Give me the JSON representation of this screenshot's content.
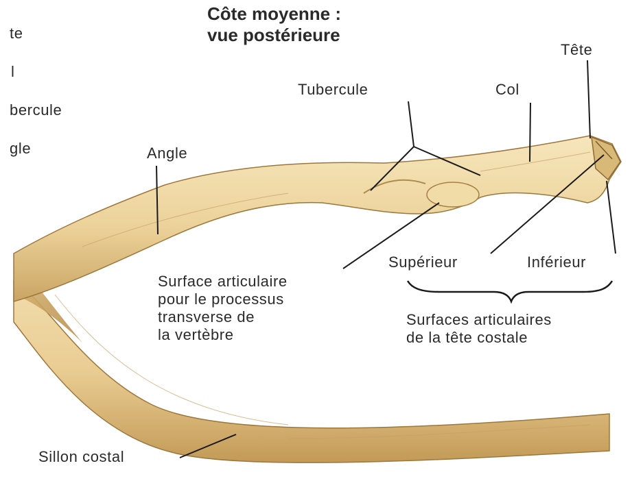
{
  "title": {
    "line1": "Côte moyenne :",
    "line2": "vue postérieure"
  },
  "left_labels_cropped": [
    "te",
    "l",
    "bercule",
    "gle"
  ],
  "labels": {
    "tete": "Tête",
    "col": "Col",
    "tubercule": "Tubercule",
    "angle": "Angle",
    "superieur": "Supérieur",
    "inferieur": "Inférieur",
    "surface_articulaire": [
      "Surface articulaire",
      "pour le processus",
      "transverse de",
      "la vertèbre"
    ],
    "surfaces_tete": [
      "Surfaces articulaires",
      "de la tête costale"
    ],
    "sillon": "Sillon costal"
  },
  "colors": {
    "bone_light": "#f3dfae",
    "bone_mid": "#e5c685",
    "bone_shadow": "#b48a48",
    "leader": "#1a1a1a"
  }
}
